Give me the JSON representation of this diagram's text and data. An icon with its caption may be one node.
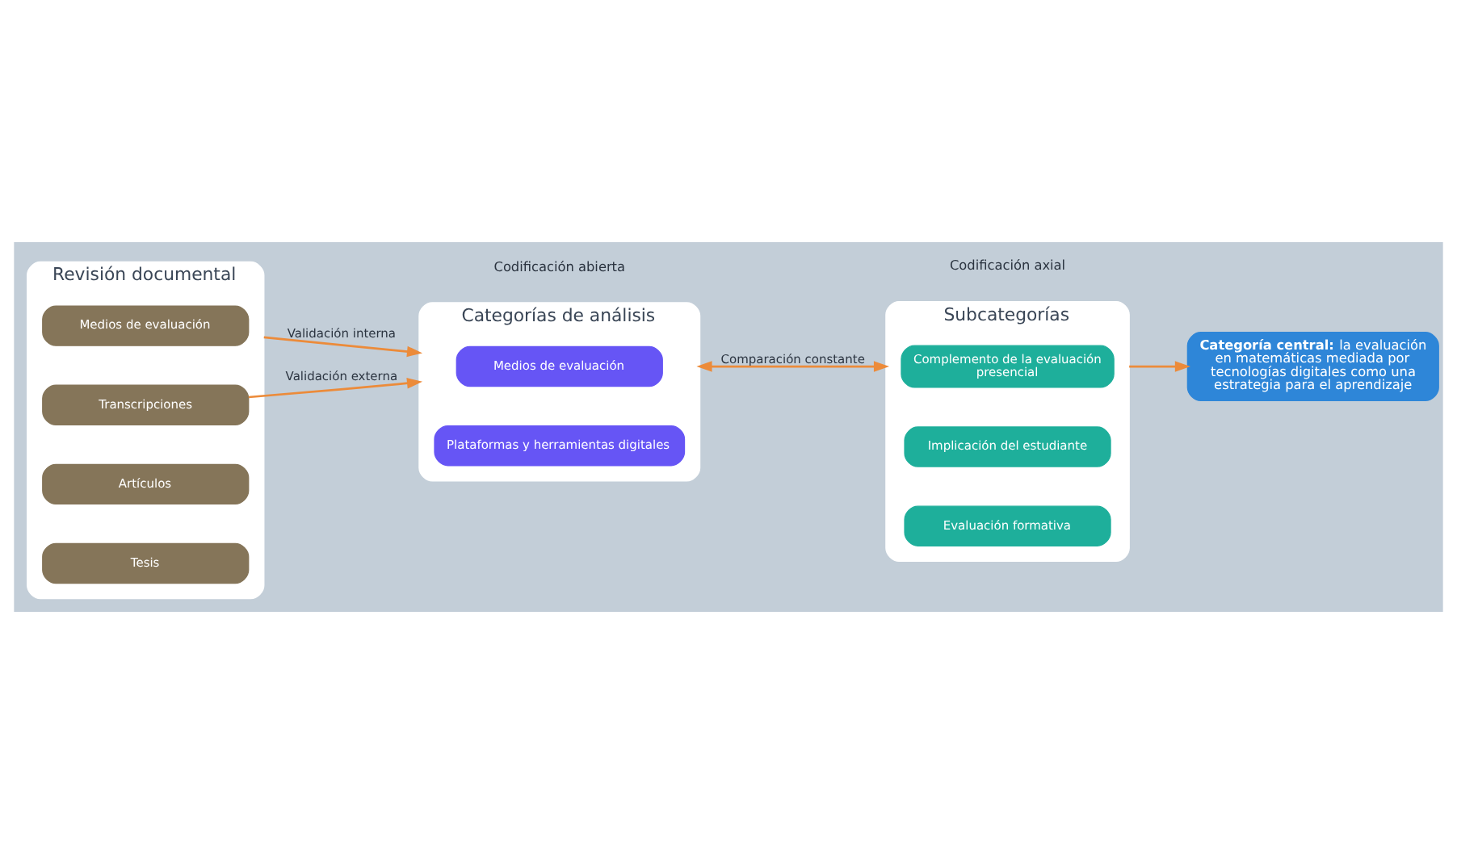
{
  "diagram": {
    "nodes": [
      {
        "text": [
          "Revisión documental"
        ]
      },
      {
        "text": [
          "Tesis"
        ],
        "in": 0
      },
      {
        "text": [
          "Artículos"
        ],
        "in": 0
      },
      {
        "text": [
          "Transcripciones"
        ],
        "in": 0
      },
      {
        "text": [
          "Medios de evaluación"
        ],
        "in": 0
      },
      {
        "text": [
          "Categorías de análisis"
        ]
      },
      {
        "text": [
          "Plataformas y herramientas digitales"
        ],
        "in": 5
      },
      {
        "text": [
          "Medios de evaluación"
        ],
        "in": 5
      },
      {
        "text": [
          "Subcategorías"
        ]
      },
      {
        "text": [
          "Evaluación formativa"
        ],
        "in": 8
      },
      {
        "text": [
          "Implicación del estudiante"
        ],
        "in": 8
      },
      {
        "text": [
          "Complemento de la evaluación presencial"
        ],
        "in": 8
      },
      {
        "text": [
          "**Categoría central:** la evaluación en matemáticas mediada por tecnologías digitales como una estrategia para el aprendizaje"
        ]
      }
    ],
    "edges": [
      {
        "from": 3,
        "to": 5,
        "arrow": "to",
        "label": "Validación externa"
      },
      {
        "from": 0,
        "to": 5,
        "arrow": "to",
        "label": "Validación interna"
      },
      {
        "from": 5,
        "to": 8,
        "arrow": "both",
        "label": "Comparación constante"
      },
      {
        "from": 8,
        "to": 12,
        "arrow": "to"
      }
    ],
    "labels": [
      "Codificación abierta",
      "Codificación axial"
    ]
  }
}
